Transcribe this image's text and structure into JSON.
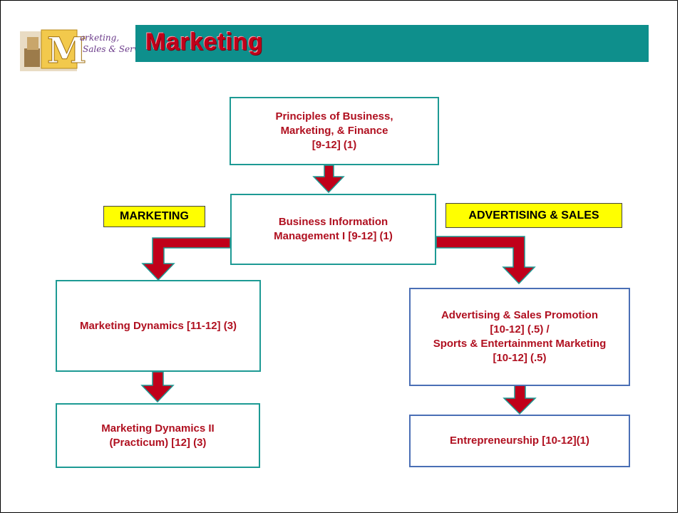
{
  "header": {
    "logo_line1": "arketing,",
    "logo_line2": "Sales & Service",
    "logo_letter": "M",
    "title": "Marketing"
  },
  "labels": {
    "marketing": "MARKETING",
    "advertising": "ADVERTISING & SALES"
  },
  "nodes": {
    "principles": "Principles of Business,\nMarketing, & Finance\n[9-12] (1)",
    "bim": "Business Information\nManagement I [9-12] (1)",
    "dynamics": "Marketing Dynamics  [11-12] (3)",
    "dynamics2": "Marketing Dynamics  II\n(Practicum) [12] (3)",
    "advertising": "Advertising & Sales Promotion\n[10-12] (.5) /\nSports & Entertainment Marketing\n[10-12] (.5)",
    "entrepreneurship": "Entrepreneurship [10-12](1)"
  },
  "colors": {
    "title_bar": "#0e8f8c",
    "title_text": "#c0001a",
    "node_text": "#b01020",
    "arrow_fill": "#c0001a",
    "arrow_outline": "#1d9a94",
    "label_fill": "#ffff00",
    "teal_border": "#1d9a94",
    "blue_border": "#4a6fb5"
  }
}
